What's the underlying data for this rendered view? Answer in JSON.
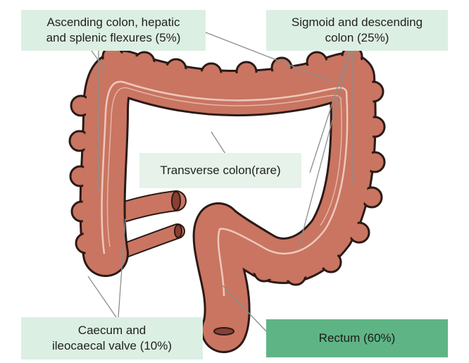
{
  "labels": {
    "ascending": "Ascending colon, hepatic\nand splenic flexures (5%)",
    "sigmoid": "Sigmoid and descending\ncolon (25%)",
    "transverse": "Transverse colon(rare)",
    "caecum": "Caecum and\nileocaecal valve (10%)",
    "rectum": "Rectum (60%)"
  },
  "colors": {
    "colon_fill": "#c97561",
    "colon_shadow": "#a8574a",
    "outline": "#2b1a17",
    "highlight": "#f2d2c6",
    "leader_line": "#8a8f8c",
    "box_light": "#dcefe3",
    "box_dark": "#5fb485"
  }
}
